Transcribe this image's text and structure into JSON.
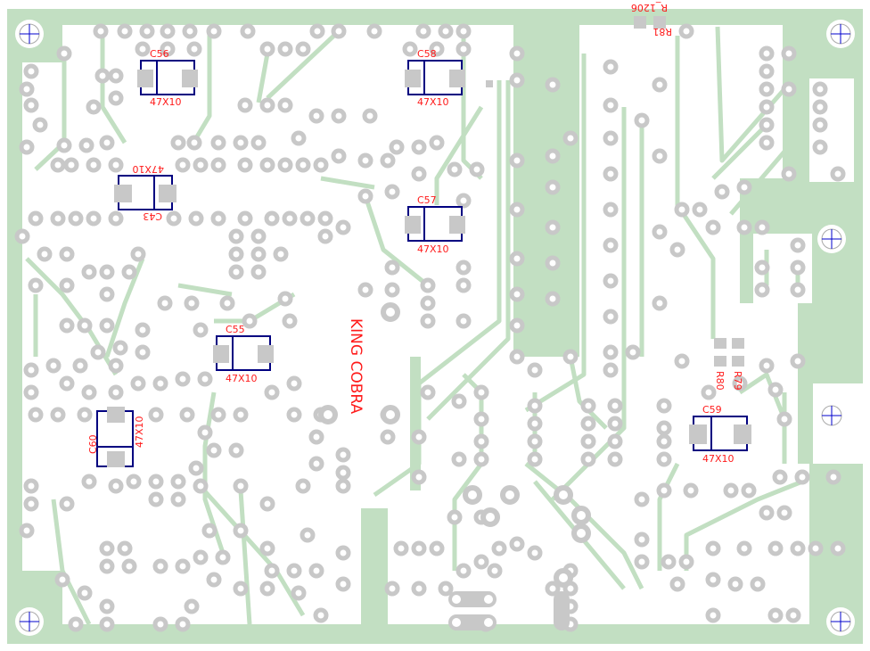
{
  "board": {
    "title": "KING COBRA",
    "colors": {
      "copper": "#c2dfc2",
      "pad": "#c8c8c8",
      "outline": "#000080",
      "silk": "#ff1a1a"
    }
  },
  "components": {
    "c56": {
      "ref": "C56",
      "value": "47X10"
    },
    "c58": {
      "ref": "C58",
      "value": "47X10"
    },
    "c43": {
      "ref": "C43",
      "value": "47X10"
    },
    "c57": {
      "ref": "C57",
      "value": "47X10"
    },
    "c55": {
      "ref": "C55",
      "value": "47X10"
    },
    "c60": {
      "ref": "C60",
      "value": "47X10"
    },
    "c59": {
      "ref": "C59",
      "value": "47X10"
    },
    "r81": {
      "ref": "R81",
      "value": "R_1206"
    },
    "r80": {
      "ref": "R80"
    },
    "r79": {
      "ref": "R79"
    }
  }
}
